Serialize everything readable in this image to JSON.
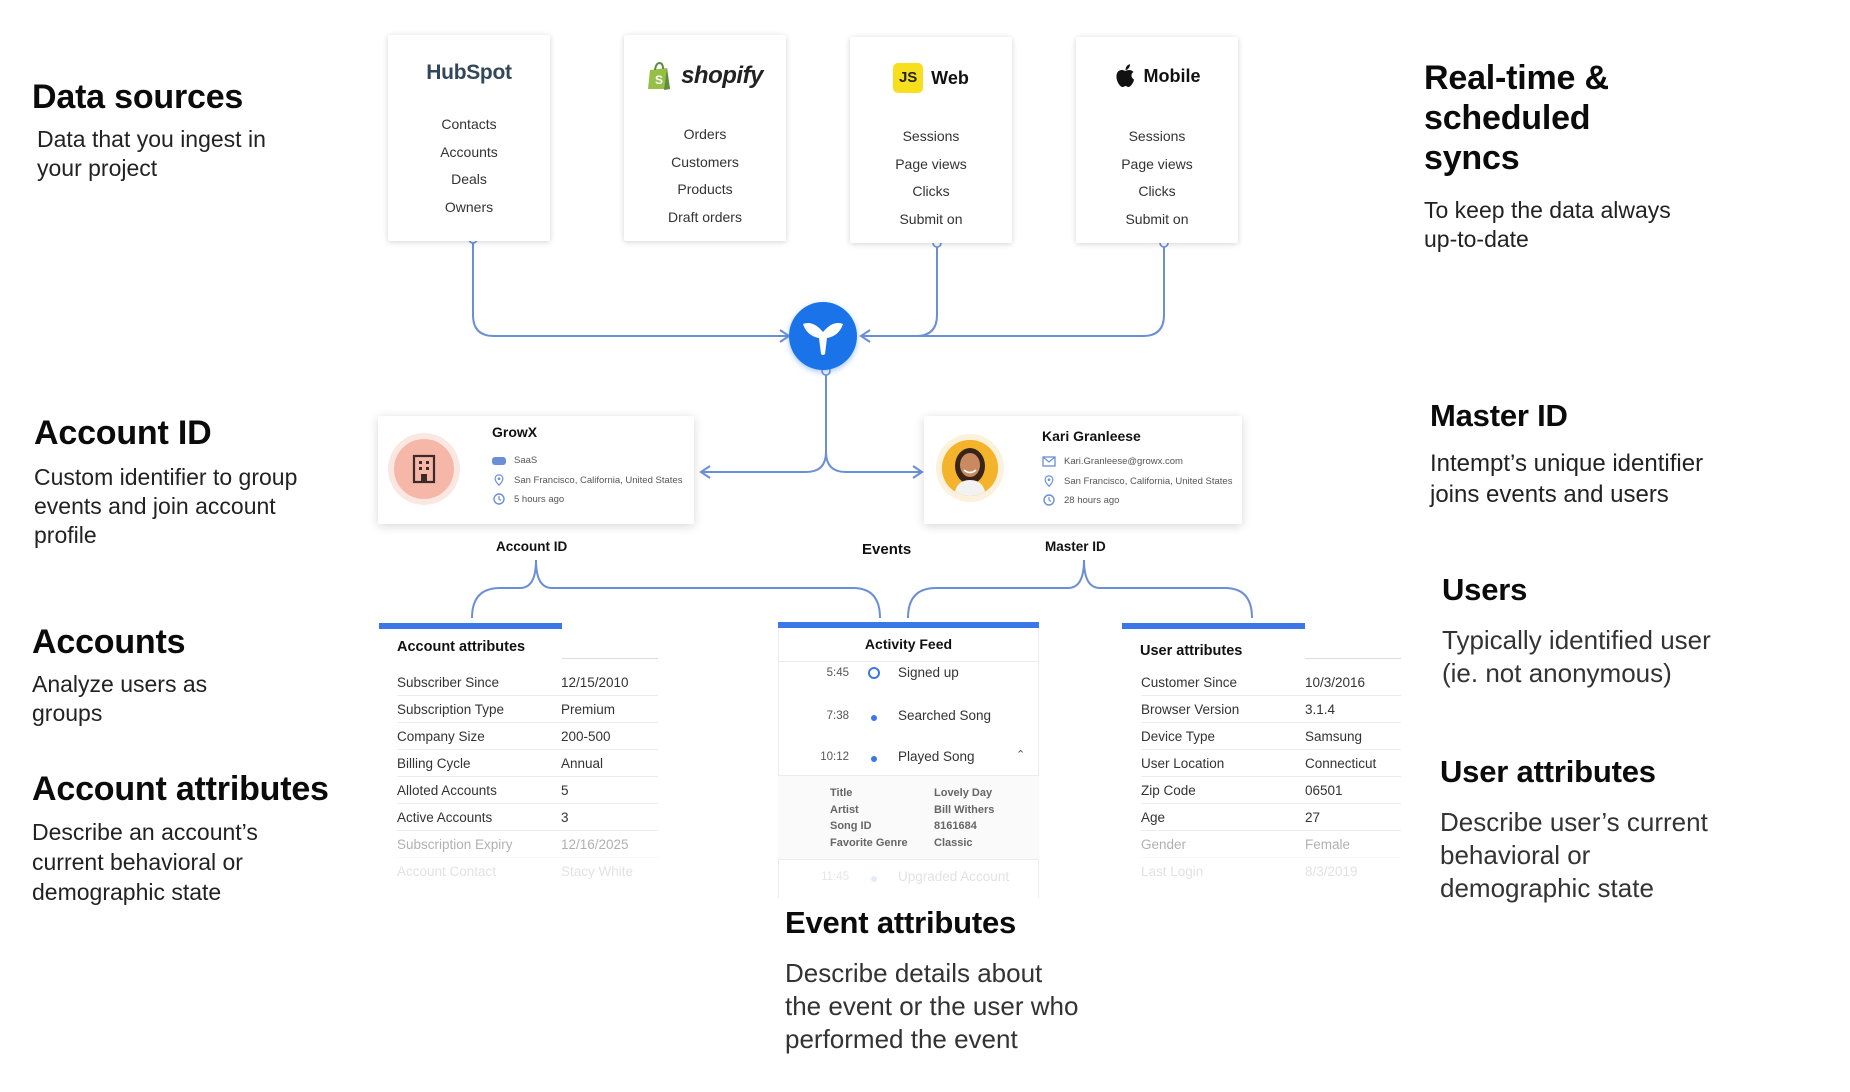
{
  "left": {
    "data_sources": {
      "title": "Data sources",
      "desc": [
        "Data that you ingest in",
        "your project"
      ]
    },
    "account_id": {
      "title": "Account ID",
      "desc": [
        "Custom identifier to group",
        "events and join account",
        "profile"
      ]
    },
    "accounts": {
      "title": "Accounts",
      "desc": [
        "Analyze users as",
        "groups"
      ]
    },
    "account_attributes": {
      "title": "Account attributes",
      "desc": [
        "Describe an account’s",
        "current behavioral or",
        "demographic state"
      ]
    }
  },
  "right": {
    "syncs": {
      "title": [
        "Real-time &",
        "scheduled",
        "syncs"
      ],
      "desc": [
        "To keep the data always",
        "up-to-date"
      ]
    },
    "master_id": {
      "title": "Master ID",
      "desc": [
        "Intempt’s unique identifier",
        "joins events and users"
      ]
    },
    "users": {
      "title": "Users",
      "desc": [
        "Typically identified user",
        "(ie. not anonymous)"
      ]
    },
    "user_attributes": {
      "title": "User attributes",
      "desc": [
        "Describe user’s current",
        "behavioral or",
        "demographic state"
      ]
    }
  },
  "bottom": {
    "event_attributes": {
      "title": "Event attributes",
      "desc": [
        "Describe details about",
        "the event or the user who",
        "performed the event"
      ]
    }
  },
  "sources": [
    {
      "name": "HubSpot",
      "logo": "hubspot-logo",
      "items": [
        "Contacts",
        "Accounts",
        "Deals",
        "Owners"
      ]
    },
    {
      "name": "shopify",
      "logo": "shopify-bag-icon",
      "items": [
        "Orders",
        "Customers",
        "Products",
        "Draft orders"
      ]
    },
    {
      "name": "Web",
      "logo": "js-icon",
      "badge": "JS",
      "items": [
        "Sessions",
        "Page views",
        "Clicks",
        "Submit on"
      ]
    },
    {
      "name": "Mobile",
      "logo": "apple-icon",
      "items": [
        "Sessions",
        "Page views",
        "Clicks",
        "Submit on"
      ]
    }
  ],
  "account_card": {
    "name": "GrowX",
    "industry": "SaaS",
    "location": "San Francisco, California, United States",
    "time": "5 hours ago"
  },
  "user_card": {
    "name": "Kari Granleese",
    "email": "Kari.Granleese@growx.com",
    "location": "San Francisco, California, United States",
    "time": "28 hours ago"
  },
  "labels": {
    "account_id": "Account ID",
    "events": "Events",
    "master_id": "Master ID"
  },
  "account_attributes_panel": {
    "title": "Account attributes",
    "rows": [
      {
        "k": "Subscriber Since",
        "v": "12/15/2010"
      },
      {
        "k": "Subscription Type",
        "v": "Premium"
      },
      {
        "k": "Company Size",
        "v": "200-500"
      },
      {
        "k": "Billing Cycle",
        "v": "Annual"
      },
      {
        "k": "Alloted Accounts",
        "v": "5"
      },
      {
        "k": "Active Accounts",
        "v": "3"
      },
      {
        "k": "Subscription Expiry",
        "v": "12/16/2025"
      },
      {
        "k": "Account Contact",
        "v": "Stacy White"
      }
    ]
  },
  "activity_feed": {
    "title": "Activity Feed",
    "events": [
      {
        "time": "5:45",
        "name": "Signed up"
      },
      {
        "time": "7:38",
        "name": "Searched Song"
      },
      {
        "time": "10:12",
        "name": "Played Song"
      }
    ],
    "details": [
      {
        "k": "Title",
        "v": "Lovely Day"
      },
      {
        "k": "Artist",
        "v": "Bill Withers"
      },
      {
        "k": "Song ID",
        "v": "8161684"
      },
      {
        "k": "Favorite Genre",
        "v": "Classic"
      }
    ],
    "last_event": {
      "time": "11:45",
      "name": "Upgraded Account"
    }
  },
  "user_attributes_panel": {
    "title": "User attributes",
    "rows": [
      {
        "k": "Customer Since",
        "v": "10/3/2016"
      },
      {
        "k": "Browser Version",
        "v": "3.1.4"
      },
      {
        "k": "Device Type",
        "v": "Samsung"
      },
      {
        "k": "User Location",
        "v": "Connecticut"
      },
      {
        "k": "Zip Code",
        "v": "06501"
      },
      {
        "k": "Age",
        "v": "27"
      },
      {
        "k": "Gender",
        "v": "Female"
      },
      {
        "k": "Last Login",
        "v": "8/3/2019"
      }
    ]
  },
  "colors": {
    "accent": "#3b78e7",
    "hub": "#1a73e8",
    "line": "#6b8fd6",
    "hubspot_orange": "#ff7a59",
    "shopify_green": "#95bf47",
    "js_yellow": "#f7df1e",
    "building_bg": "#f7b7a8"
  }
}
